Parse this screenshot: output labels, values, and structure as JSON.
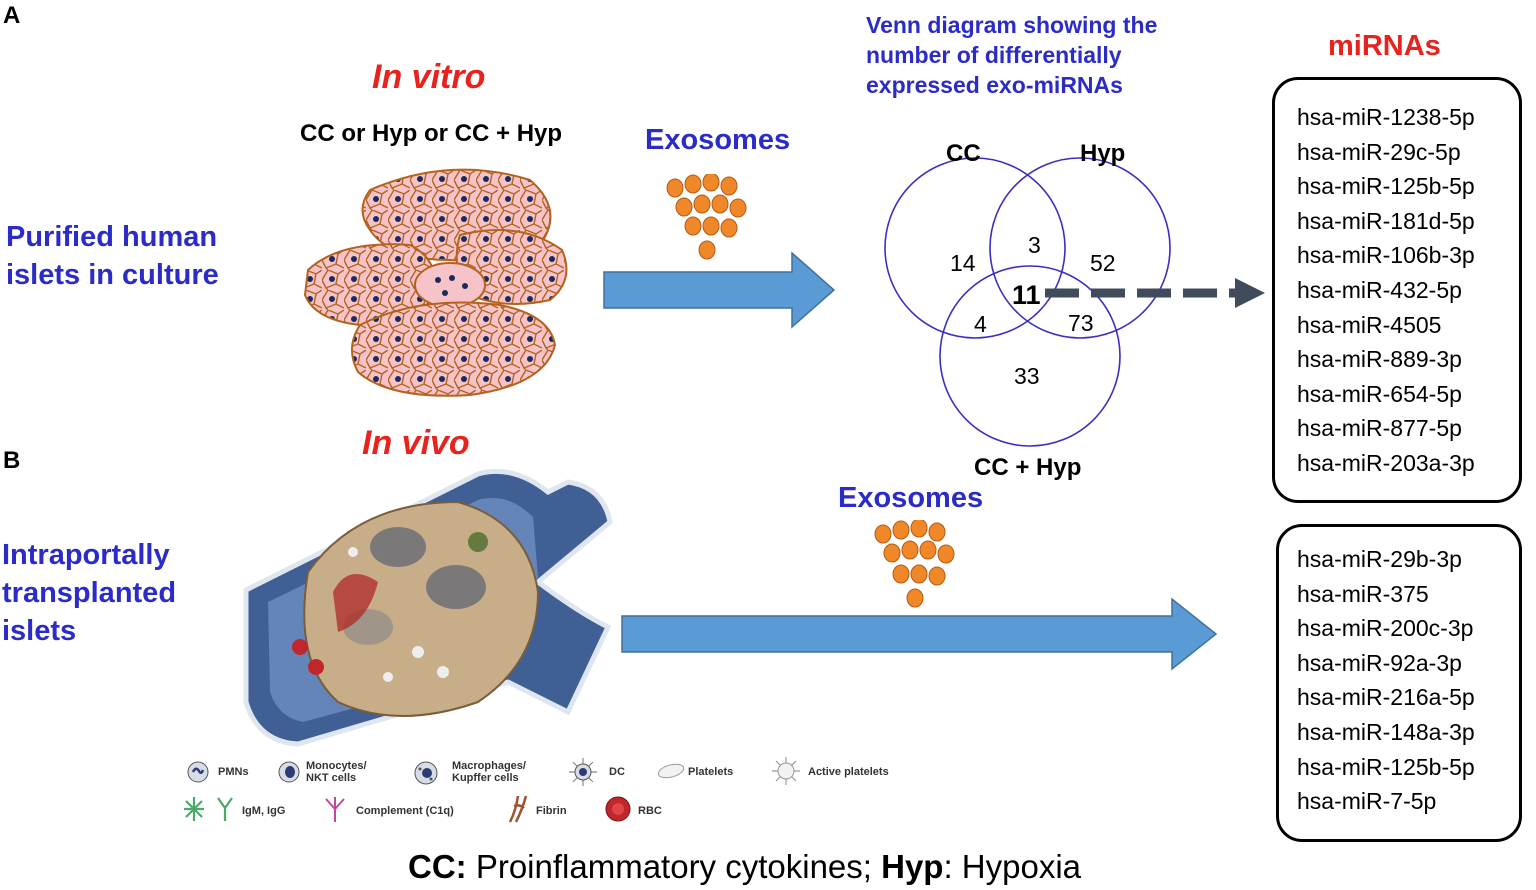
{
  "panelA": {
    "label": "A",
    "title": "In vitro",
    "conditions": "CC or Hyp or CC + Hyp",
    "side_label": [
      "Purified human",
      "islets in culture"
    ],
    "exosomes_label": "Exosomes",
    "venn_caption": [
      "Venn diagram showing the",
      "number of differentially",
      "expressed exo-miRNAs"
    ],
    "venn": {
      "set_labels": [
        "CC",
        "Hyp",
        "CC + Hyp"
      ],
      "region_values": [
        "14",
        "3",
        "52",
        "11",
        "4",
        "73",
        "33"
      ]
    },
    "mirnas_title": "miRNAs",
    "mirnas": [
      "hsa-miR-1238-5p",
      "hsa-miR-29c-5p",
      "hsa-miR-125b-5p",
      "hsa-miR-181d-5p",
      "hsa-miR-106b-3p",
      "hsa-miR-432-5p",
      "hsa-miR-4505",
      "hsa-miR-889-3p",
      "hsa-miR-654-5p",
      "hsa-miR-877-5p",
      "hsa-miR-203a-3p"
    ]
  },
  "panelB": {
    "label": "B",
    "title": "In vivo",
    "side_label": [
      "Intraportally",
      "transplanted",
      "islets"
    ],
    "exosomes_label": "Exosomes",
    "mirnas": [
      "hsa-miR-29b-3p",
      "hsa-miR-375",
      "hsa-miR-200c-3p",
      "hsa-miR-92a-3p",
      "hsa-miR-216a-5p",
      "hsa-miR-148a-3p",
      "hsa-miR-125b-5p",
      "hsa-miR-7-5p"
    ],
    "legend": {
      "pmns": "PMNs",
      "monocytes": [
        "Monocytes/",
        "NKT cells"
      ],
      "macrophages": [
        "Macrophages/",
        "Kupffer cells"
      ],
      "dc": "DC",
      "platelets": "Platelets",
      "active_platelets": "Active platelets",
      "antibodies": "IgM, IgG",
      "complement": "Complement (C1q)",
      "fibrin": "Fibrin",
      "rbc": "RBC"
    }
  },
  "footer": {
    "cc_abbr": "CC:",
    "cc_text": " Proinflammatory cytokines; ",
    "hyp_abbr": "Hyp",
    "hyp_text": ": Hypoxia"
  },
  "colors": {
    "title_red": "#e8221c",
    "label_blue": "#2b2bc8",
    "arrow_blue": "#5b9bd5",
    "exosome_orange": "#f0882a",
    "venn_stroke": "#3a2fc0"
  }
}
